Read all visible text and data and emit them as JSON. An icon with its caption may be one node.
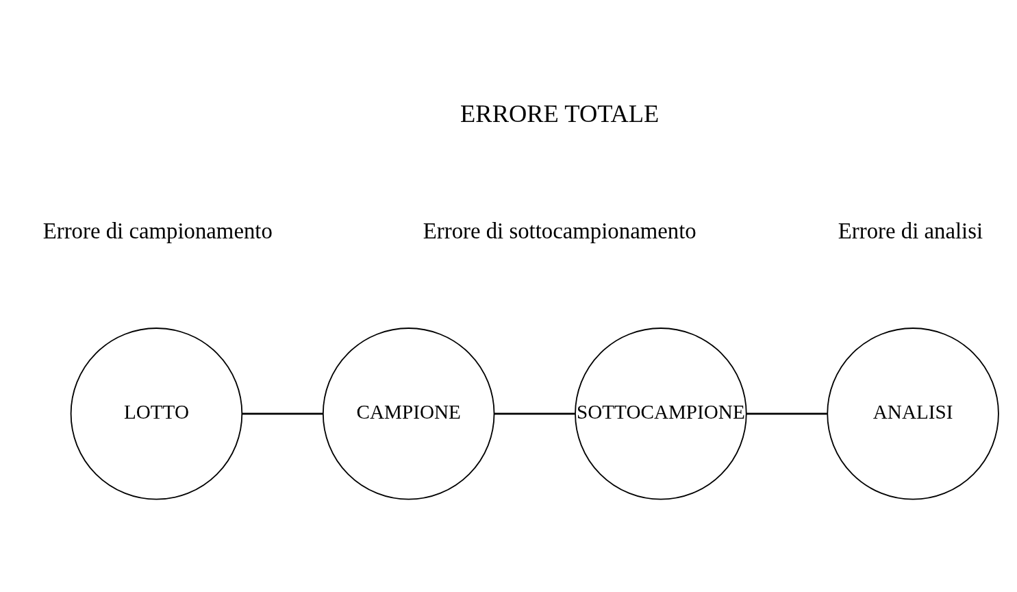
{
  "diagram": {
    "nodes": [
      {
        "text": [
          "LOTTO"
        ]
      },
      {
        "text": [
          "CAMPIONE"
        ]
      },
      {
        "text": [
          "SOTTOCAMPIONE"
        ]
      },
      {
        "text": [
          "ANALISI"
        ]
      }
    ],
    "edges": [
      {
        "from": 0,
        "to": 1,
        "arrow": "none"
      },
      {
        "from": 1,
        "to": 2,
        "arrow": "none"
      },
      {
        "from": 2,
        "to": 3,
        "arrow": "none"
      }
    ],
    "labels": [
      "ERRORE TOTALE",
      "Errore di campionamento",
      "Errore di sottocampionamento",
      "Errore di analisi"
    ]
  }
}
